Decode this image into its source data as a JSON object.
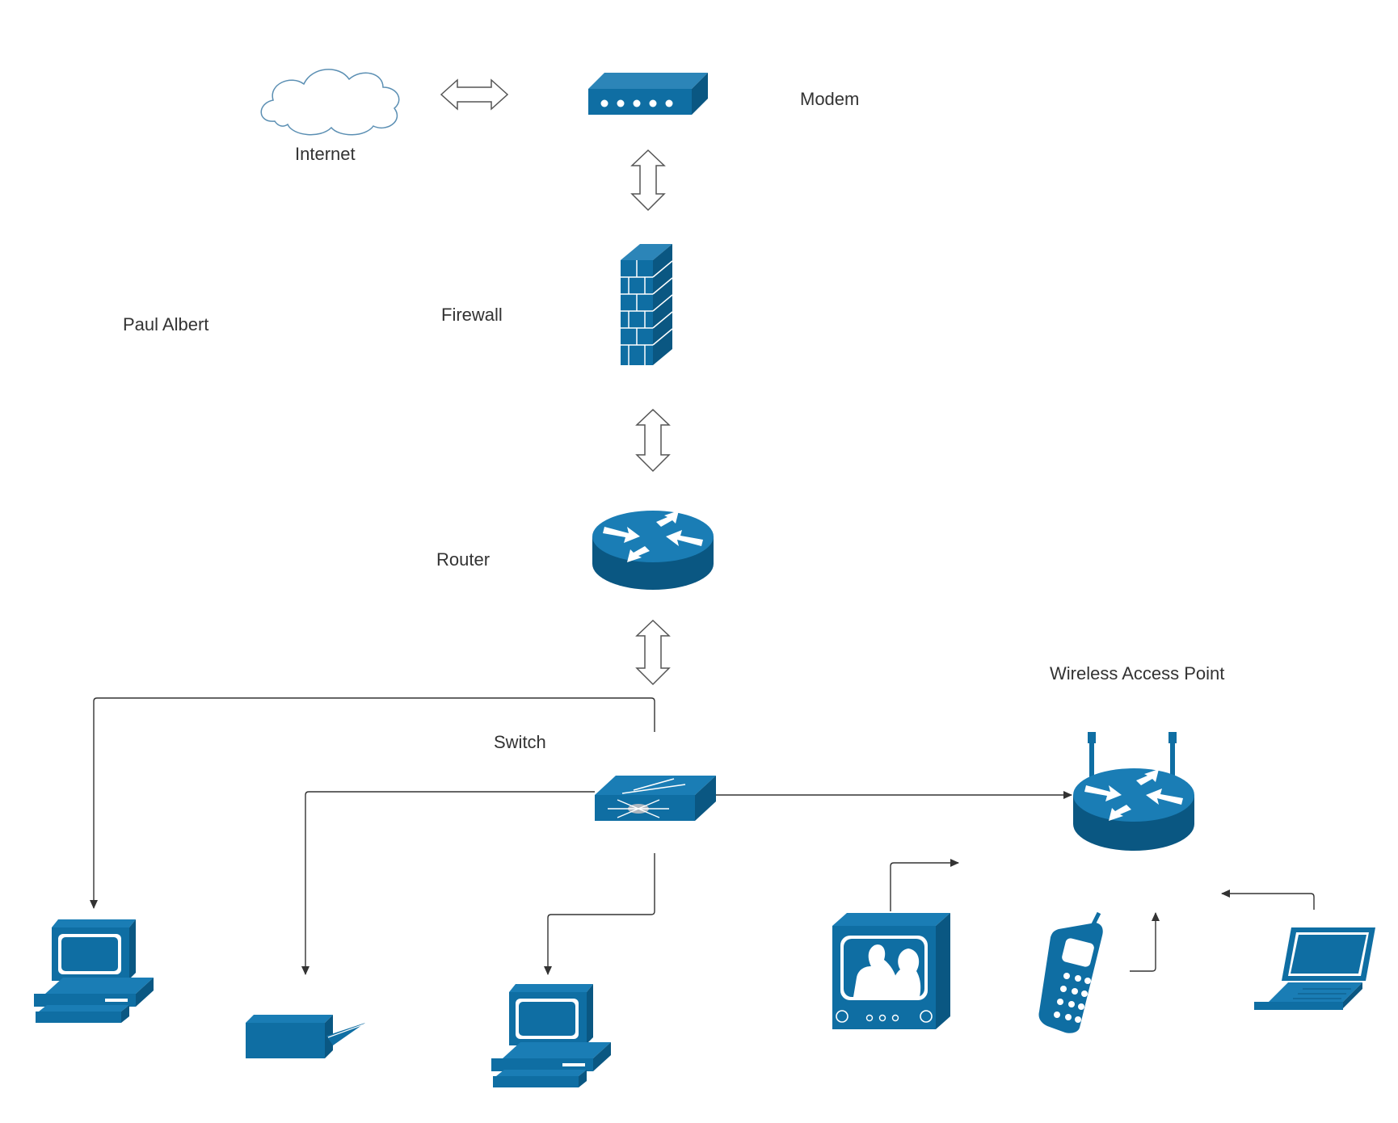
{
  "labels": {
    "internet": "Internet",
    "modem": "Modem",
    "firewall": "Firewall",
    "router": "Router",
    "switch": "Switch",
    "wireless_access_point": "Wireless Access Point",
    "author": "Paul Albert"
  },
  "colors": {
    "device_fill": "#0f6ea3",
    "device_dark": "#0a5782",
    "connector_line": "#333333",
    "double_arrow_outline": "#555555",
    "cloud_outline": "#5b8fb3",
    "label_text": "#333333"
  },
  "icons": [
    "cloud-icon",
    "modem-icon",
    "firewall-icon",
    "router-icon",
    "switch-icon",
    "wireless-router-icon",
    "desktop-computer-icon",
    "printer-icon",
    "television-icon",
    "cordless-phone-icon",
    "laptop-icon"
  ]
}
